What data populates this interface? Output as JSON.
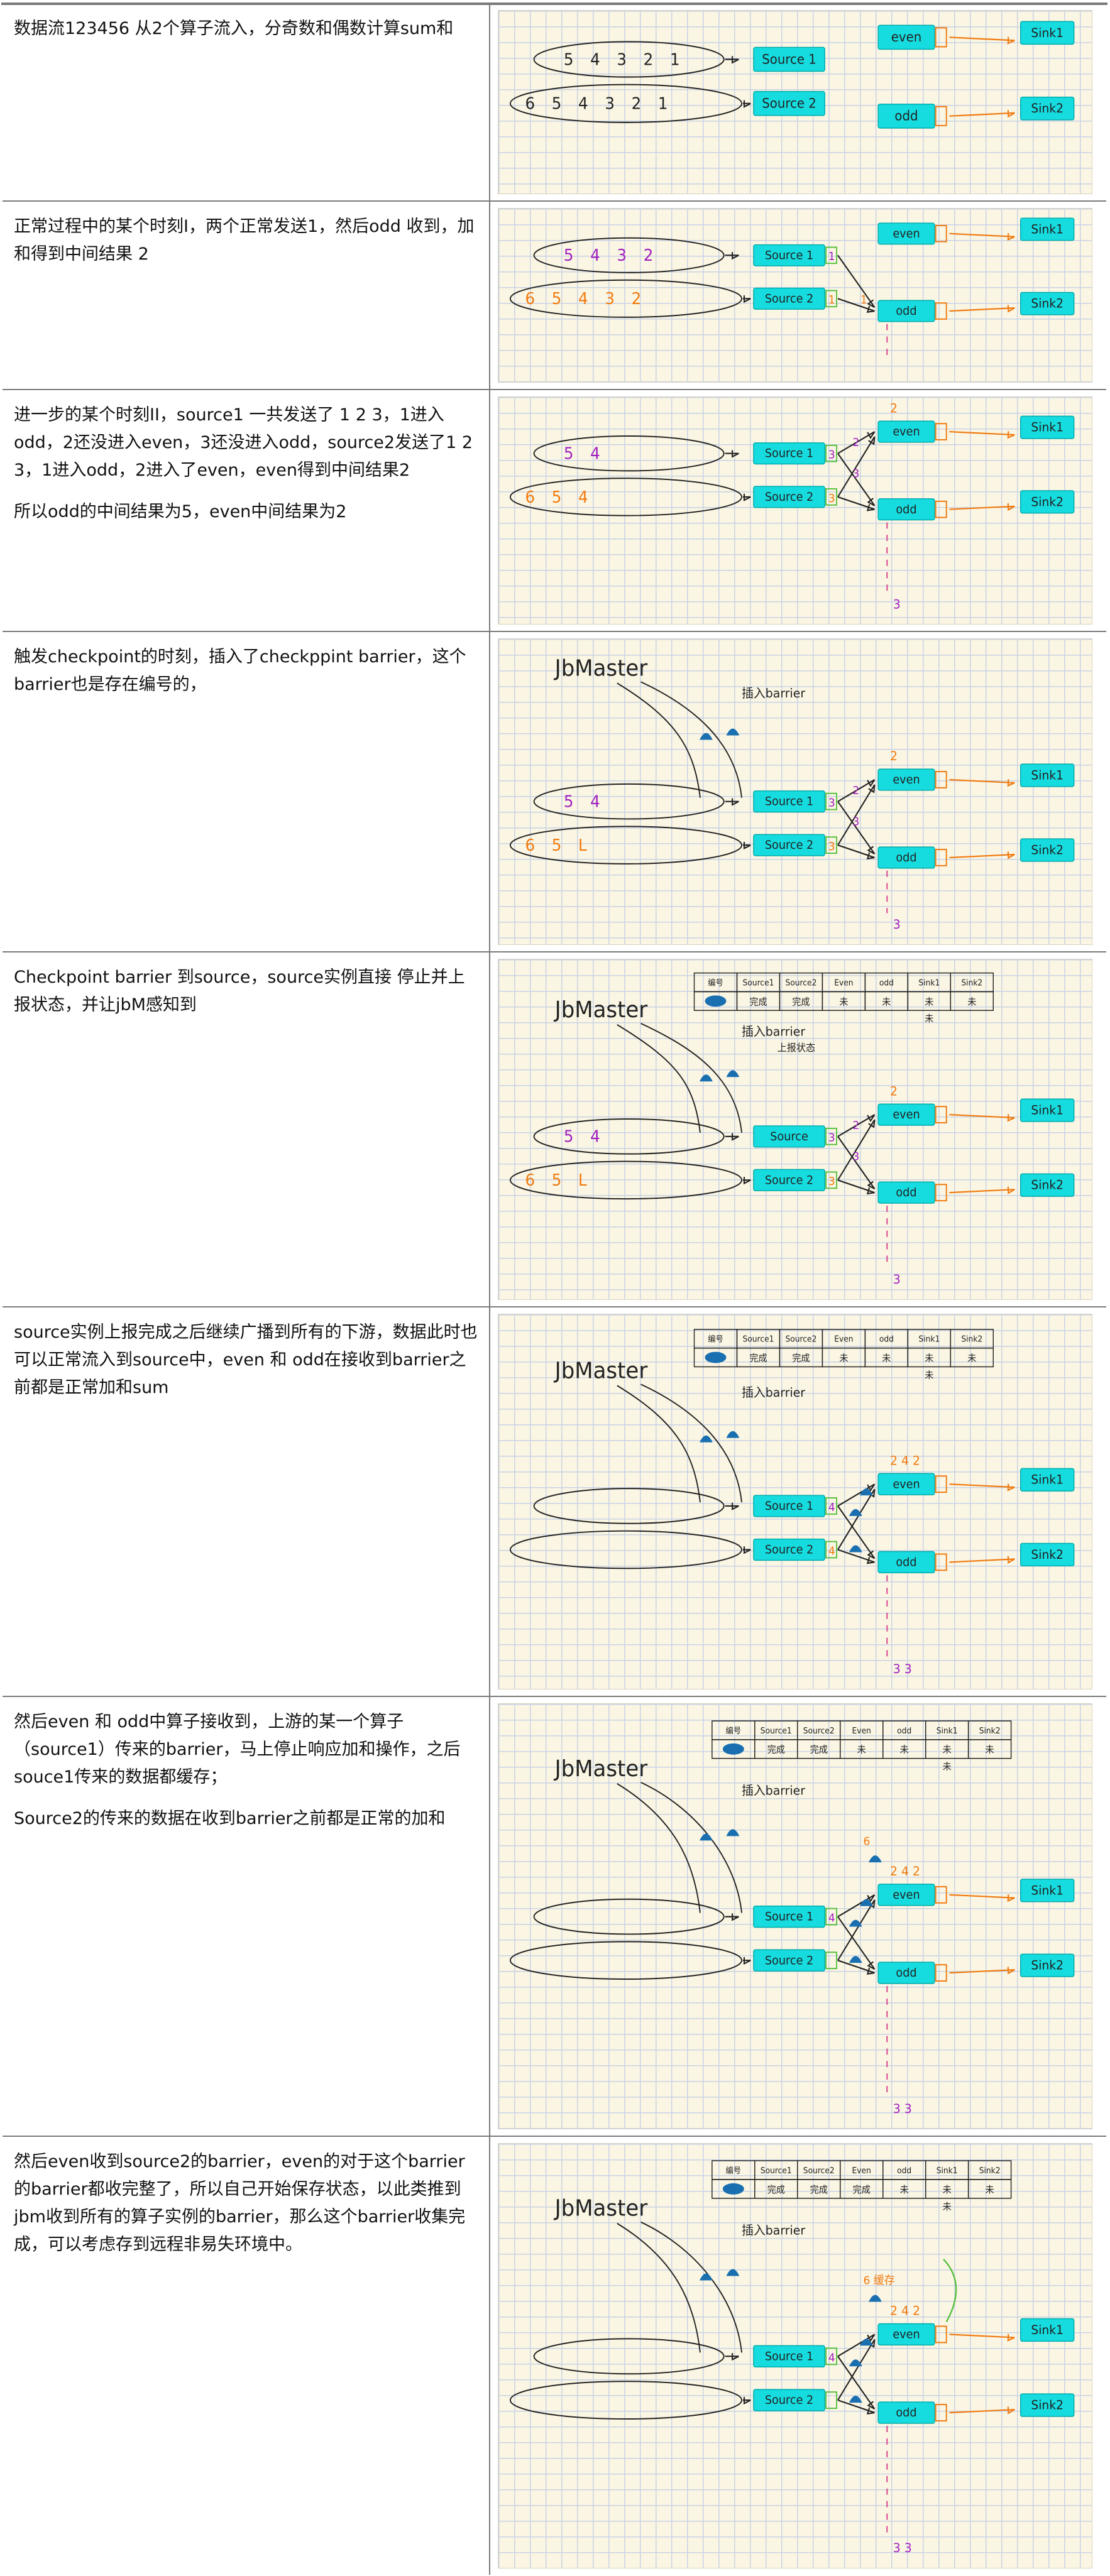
{
  "rows": [
    {
      "paragraphs": [
        "数据流123456 从2个算子流入，分奇数和偶数计算sum和"
      ],
      "sketch": {
        "stream1": "5 4 3 2 1",
        "stream2": "6 5 4 3 2 1",
        "source1": "Source 1",
        "source2": "Source 2",
        "even": "even",
        "odd": "odd",
        "sink1": "Sink1",
        "sink2": "Sink2"
      }
    },
    {
      "paragraphs": [
        "正常过程中的某个时刻I，两个正常发送1，然后odd 收到，加和得到中间结果 2"
      ],
      "sketch": {
        "stream1": "5 4 3 2",
        "stream2": "6 5 4 3 2",
        "source1": "Source 1",
        "source2": "Source 2",
        "even": "even",
        "odd": "odd",
        "sink1": "Sink1",
        "sink2": "Sink2",
        "in1": "1",
        "in2": "1",
        "to_odd": "1"
      }
    },
    {
      "paragraphs": [
        "进一步的某个时刻II，source1 一共发送了 1 2 3，1进入odd，2还没进入even，3还没进入odd，source2发送了1 2 3，1进入odd，2进入了even，even得到中间结果2",
        "所以odd的中间结果为5，even中间结果为2"
      ],
      "sketch": {
        "stream1": "5 4",
        "stream2": "6 5 4",
        "source1": "Source 1",
        "source2": "Source 2",
        "even": "even",
        "odd": "odd",
        "sink1": "Sink1",
        "sink2": "Sink2",
        "in1": "3",
        "in2": "3",
        "e1": "2",
        "o1": "3",
        "even_state": "2",
        "odd_state": "3"
      }
    },
    {
      "paragraphs": [
        "触发checkpoint的时刻，插入了checkppint barrier，这个barrier也是存在编号的，"
      ],
      "sketch": {
        "jm": "JbMaster",
        "inject": "插入barrier",
        "stream1": "5 4",
        "stream2": "6 5 L",
        "source1": "Source 1",
        "source2": "Source 2",
        "even": "even",
        "odd": "odd",
        "sink1": "Sink1",
        "sink2": "Sink2",
        "in1": "3",
        "in2": "3",
        "e1": "2",
        "o1": "3",
        "even_state": "2",
        "odd_state": "3"
      }
    },
    {
      "paragraphs": [
        "Checkpoint barrier 到source，source实例直接 停止并上报状态，并让jbM感知到"
      ],
      "sketch": {
        "jm": "JbMaster",
        "inject": "插入barrier",
        "report": "上报状态",
        "stream1": "5 4",
        "stream2": "6 5 L",
        "source1": "Source",
        "source2": "Source 2",
        "even": "even",
        "odd": "odd",
        "sink1": "Sink1",
        "sink2": "Sink2",
        "in1": "3",
        "in2": "3",
        "e1": "2",
        "o1": "3",
        "even_state": "2",
        "odd_state": "3",
        "table_head": [
          "编号",
          "Source1",
          "Source2",
          "Even",
          "odd",
          "Sink1",
          "Sink2"
        ],
        "table_row": [
          "",
          "完成",
          "完成",
          "未",
          "未",
          "未",
          "未"
        ],
        "table_row2": [
          "",
          "",
          "",
          "",
          "",
          "未",
          ""
        ]
      }
    },
    {
      "paragraphs": [
        "source实例上报完成之后继续广播到所有的下游，数据此时也可以正常流入到source中，even 和 odd在接收到barrier之前都是正常加和sum"
      ],
      "sketch": {
        "jm": "JbMaster",
        "inject": "插入barrier",
        "stream1": "",
        "stream2": "",
        "source1": "Source 1",
        "source2": "Source 2",
        "even": "even",
        "odd": "odd",
        "sink1": "Sink1",
        "sink2": "Sink2",
        "in1": "4",
        "in2": "4",
        "even_state": "2 4 2",
        "odd_state": "3 3",
        "table_head": [
          "编号",
          "Source1",
          "Source2",
          "Even",
          "odd",
          "Sink1",
          "Sink2"
        ],
        "table_row": [
          "",
          "完成",
          "完成",
          "未",
          "未",
          "未",
          "未"
        ],
        "table_row2": [
          "",
          "",
          "",
          "",
          "",
          "未",
          ""
        ]
      }
    },
    {
      "paragraphs": [
        "然后even 和 odd中算子接收到，上游的某一个算子（source1）传来的barrier，马上停止响应加和操作，之后souce1传来的数据都缓存；",
        "Source2的传来的数据在收到barrier之前都是正常的加和"
      ],
      "sketch": {
        "jm": "JbMaster",
        "inject": "插入barrier",
        "stream1": "",
        "stream2": "",
        "source1": "Source 1",
        "source2": "Source 2",
        "even": "even",
        "odd": "odd",
        "sink1": "Sink1",
        "sink2": "Sink2",
        "in1": "4",
        "in2": "",
        "buffer": "6",
        "even_state": "2 4 2",
        "odd_state": "3 3",
        "table_head": [
          "编号",
          "Source1",
          "Source2",
          "Even",
          "odd",
          "Sink1",
          "Sink2"
        ],
        "table_row": [
          "",
          "完成",
          "完成",
          "未",
          "未",
          "未",
          "未"
        ],
        "table_row2": [
          "",
          "",
          "",
          "",
          "",
          "未",
          ""
        ]
      }
    },
    {
      "paragraphs": [
        "然后even收到source2的barrier，even的对于这个barrier的barrier都收完整了，所以自己开始保存状态，以此类推到jbm收到所有的算子实例的barrier，那么这个barrier收集完成，可以考虑存到远程非易失环境中。"
      ],
      "sketch": {
        "jm": "JbMaster",
        "inject": "插入barrier",
        "stream1": "",
        "stream2": "",
        "source1": "Source 1",
        "source2": "Source 2",
        "even": "even",
        "odd": "odd",
        "sink1": "Sink1",
        "sink2": "Sink2",
        "in1": "4",
        "in2": "",
        "buffer": "6 缓存",
        "even_state": "2 4 2",
        "odd_state": "3 3",
        "table_head": [
          "编号",
          "Source1",
          "Source2",
          "Even",
          "odd",
          "Sink1",
          "Sink2"
        ],
        "table_row": [
          "",
          "完成",
          "完成",
          "完成",
          "未",
          "未",
          "未"
        ],
        "table_row2": [
          "",
          "",
          "",
          "",
          "",
          "未",
          ""
        ]
      }
    }
  ],
  "colors": {
    "node": "#16dce0",
    "ink": "#222222",
    "purple": "#a020c0",
    "orange": "#f07a10",
    "green": "#58c040",
    "pink": "#d83a8a",
    "barrier": "#1a6fb0"
  }
}
